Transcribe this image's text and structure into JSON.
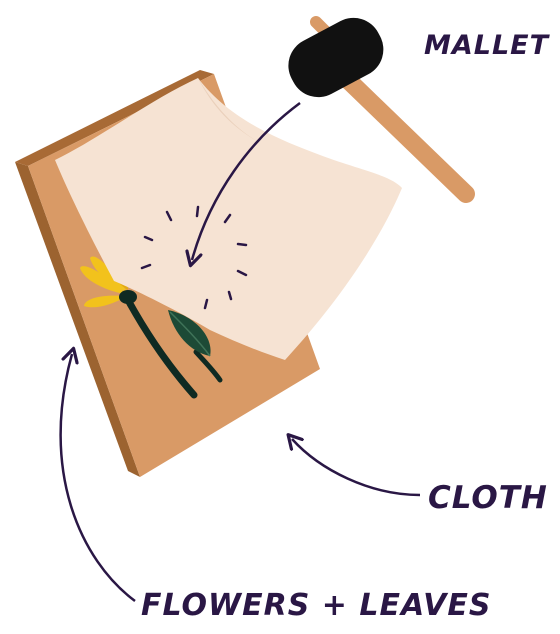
{
  "labels": {
    "mallet": "MALLET",
    "cloth": "CLOTH",
    "flowers_leaves": "FLOWERS + LEAVES"
  },
  "colors": {
    "ink": "#2a1745",
    "board_face": "#d99a66",
    "board_edge": "#9c6330",
    "cloth": "#f6e3d3",
    "mallet_head": "#111111",
    "mallet_handle": "#d99a66",
    "petal": "#f2c21c",
    "leaf": "#1d4a36",
    "stem": "#0f2a22"
  },
  "icons": [
    "mallet-icon",
    "board-icon",
    "cloth-icon",
    "flower-icon",
    "leaf-icon",
    "impact-marks-icon"
  ]
}
